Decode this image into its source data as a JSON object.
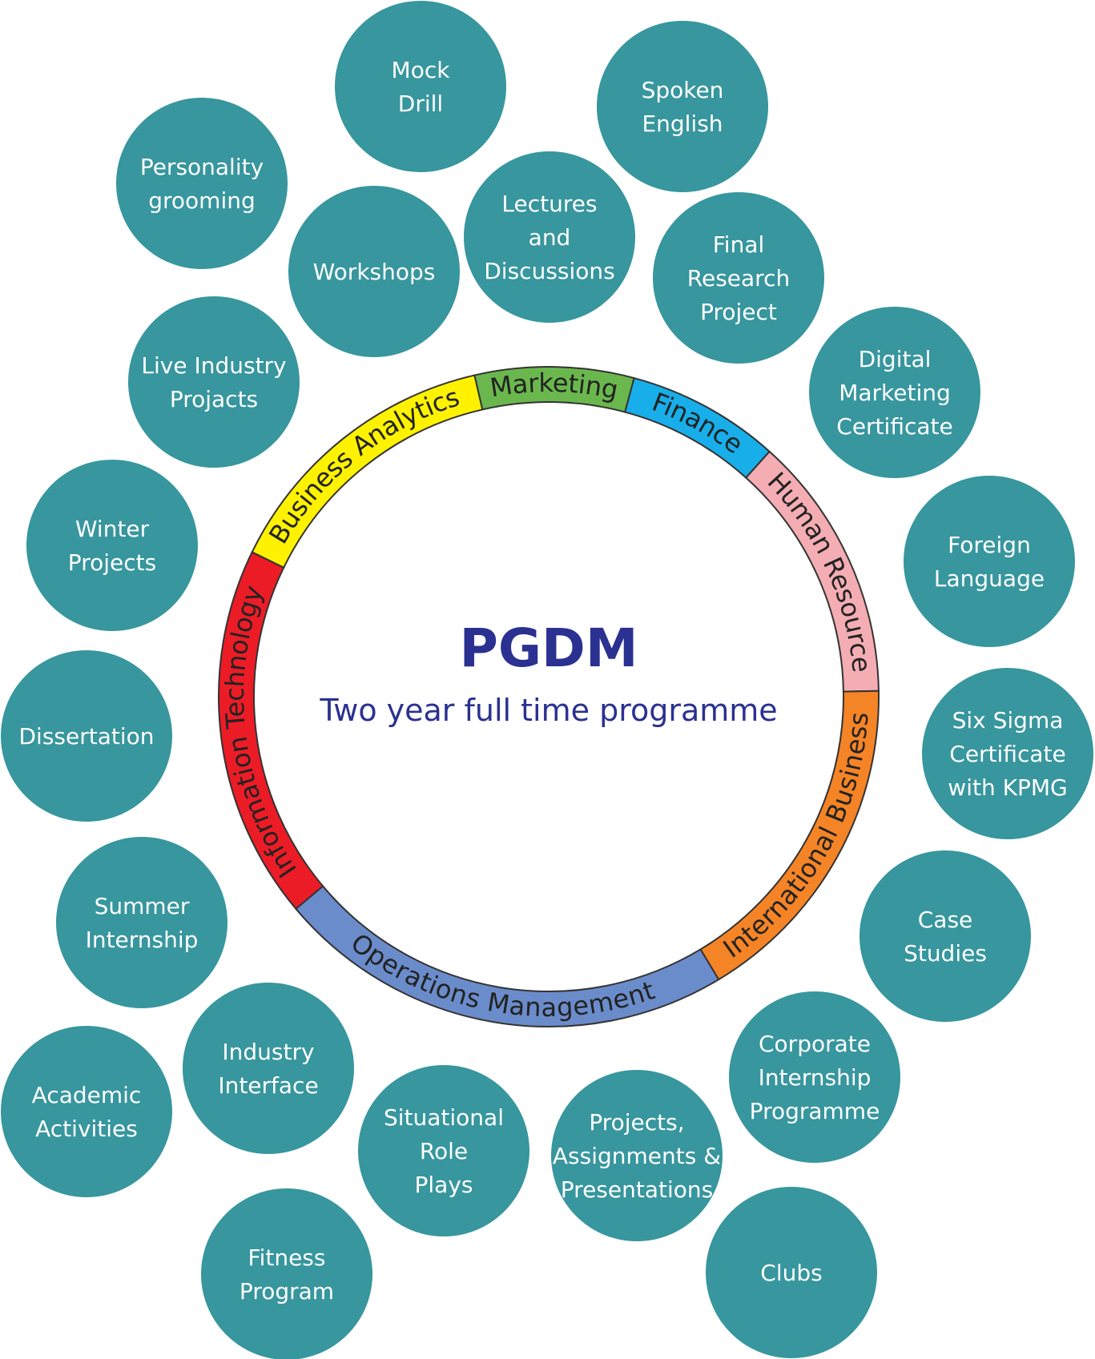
{
  "center": {
    "title": "PGDM",
    "subtitle": "Two year full time programme"
  },
  "ring": [
    {
      "label": "Marketing",
      "color": "#6ab84d"
    },
    {
      "label": "Finance",
      "color": "#18aeea"
    },
    {
      "label": "Human Resource",
      "color": "#f4adb3"
    },
    {
      "label": "International Business",
      "color": "#f58426"
    },
    {
      "label": "Operations Management",
      "color": "#6b8ccb"
    },
    {
      "label": "Information Technology",
      "color": "#ec1c26"
    },
    {
      "label": "Business Analytics",
      "color": "#fef200"
    }
  ],
  "bubbles": [
    {
      "lines": [
        "Mock",
        "Drill"
      ]
    },
    {
      "lines": [
        "Spoken",
        "English"
      ]
    },
    {
      "lines": [
        "Personality",
        "grooming"
      ]
    },
    {
      "lines": [
        "Workshops"
      ]
    },
    {
      "lines": [
        "Lectures",
        "and",
        "Discussions"
      ]
    },
    {
      "lines": [
        "Final",
        "Research",
        "Project"
      ]
    },
    {
      "lines": [
        "Live Industry",
        "Projacts"
      ]
    },
    {
      "lines": [
        "Digital",
        "Marketing",
        "Certificate"
      ]
    },
    {
      "lines": [
        "Winter",
        "Projects"
      ]
    },
    {
      "lines": [
        "Foreign",
        "Language"
      ]
    },
    {
      "lines": [
        "Dissertation"
      ]
    },
    {
      "lines": [
        "Six Sigma",
        "Certificate",
        "with KPMG"
      ]
    },
    {
      "lines": [
        "Summer",
        "Internship"
      ]
    },
    {
      "lines": [
        "Case",
        "Studies"
      ]
    },
    {
      "lines": [
        "Academic",
        "Activities"
      ]
    },
    {
      "lines": [
        "Industry",
        "Interface"
      ]
    },
    {
      "lines": [
        "Corporate",
        "Internship",
        "Programme"
      ]
    },
    {
      "lines": [
        "Situational",
        "Role",
        "Plays"
      ]
    },
    {
      "lines": [
        "Projects,",
        "Assignments &",
        "Presentations"
      ]
    },
    {
      "lines": [
        "Fitness",
        "Program"
      ]
    },
    {
      "lines": [
        "Clubs"
      ]
    }
  ],
  "colors": {
    "bubble": "#37969e",
    "center_text": "#2a3191"
  }
}
